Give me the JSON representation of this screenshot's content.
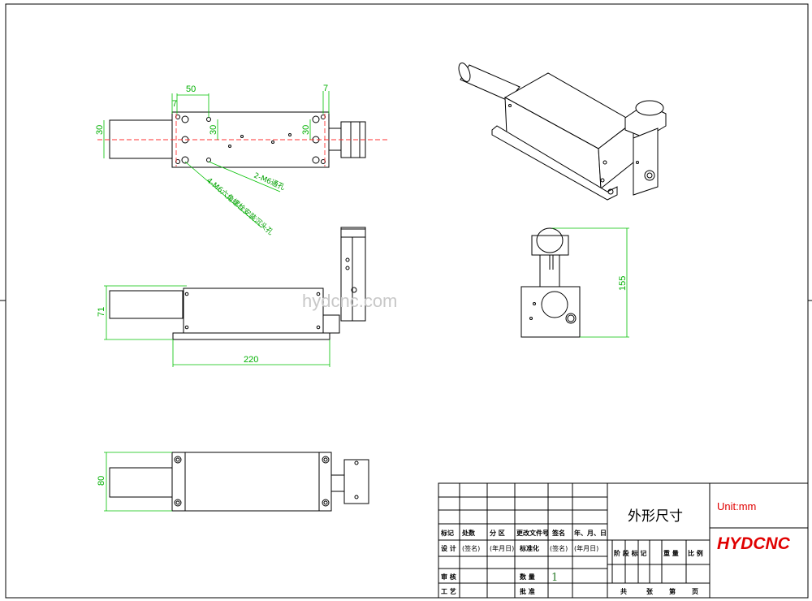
{
  "dimensions": {
    "top_50": "50",
    "top_7_left": "7",
    "top_7_right": "7",
    "left_30": "30",
    "mid_30_a": "30",
    "mid_30_b": "30",
    "front_71": "71",
    "front_220": "220",
    "bottom_80": "80",
    "side_155": "155"
  },
  "notes": {
    "hole_m6": "2-M6通孔",
    "hole_m6_socket": "4-M6六角螺栓安装沉头孔"
  },
  "watermark": "hydcnc.com",
  "title_block": {
    "drawing_title": "外形尺寸",
    "unit": "Unit:mm",
    "brand": "HYDCNC",
    "row1": [
      "标记",
      "处数",
      "分 区",
      "更改文件号",
      "签名",
      "年、月、日"
    ],
    "row2": [
      "设 计",
      "(签名)",
      "(年月日)",
      "标准化",
      "(签名)",
      "(年月日)"
    ],
    "row3": [
      "审 核",
      "数 量"
    ],
    "row4": [
      "工 艺",
      "批 准"
    ],
    "quantity": "1",
    "stage_cols": [
      "阶 段 标 记",
      "重 量",
      "比 例"
    ],
    "page_cols": [
      "共",
      "张",
      "第",
      "页"
    ]
  },
  "colors": {
    "dimension": "#00b000",
    "centerline": "#ff3030",
    "brand": "#e00000"
  }
}
